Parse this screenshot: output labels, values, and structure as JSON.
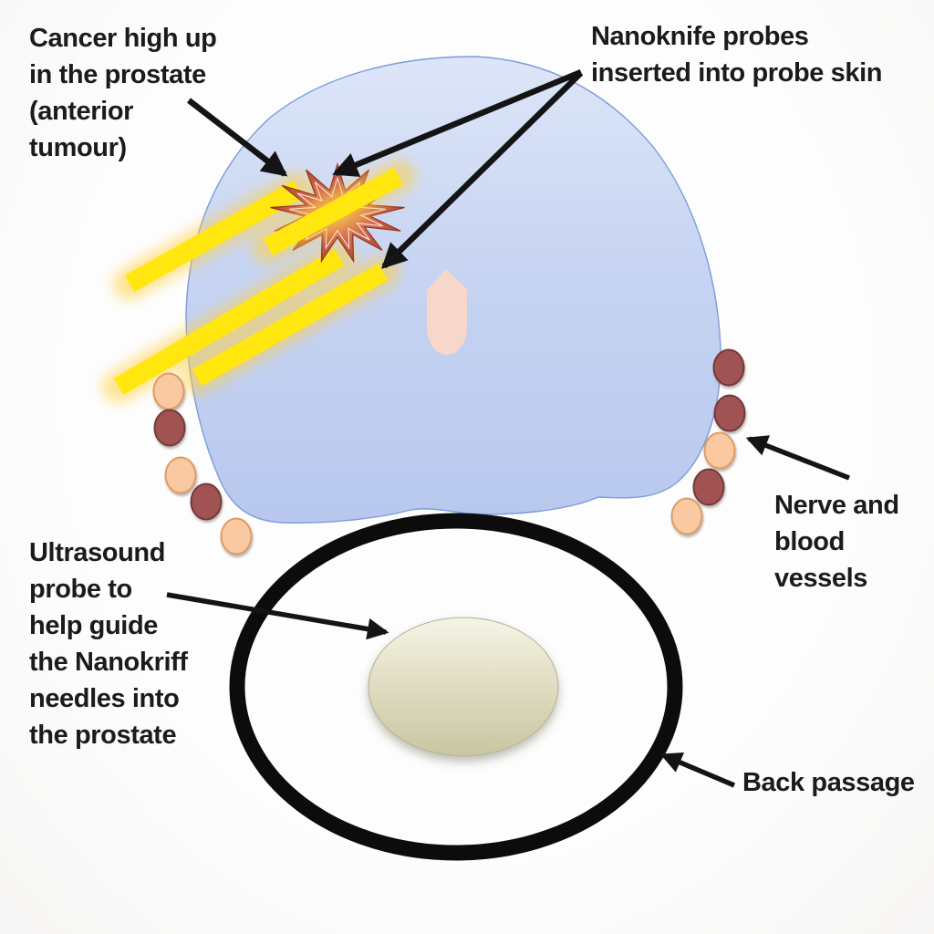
{
  "diagram": {
    "description": "NanoKnife prostate procedure diagram",
    "labels": {
      "cancer": "Cancer high up\nin the prostate\n(anterior\ntumour)",
      "probes": "Nanoknife probes\ninserted into probe skin",
      "nerve_vessels": "Nerve and\nblood\nvessels",
      "ultrasound": "Ultrasound\nprobe to\nhelp guide\nthe Nanokriff\nneedles into\nthe prostate",
      "back_passage": "Back passage"
    },
    "parts": {
      "prostate": "prostate gland",
      "tumour": "anterior tumour starburst",
      "urethra": "urethra channel",
      "nanoknife_probes": "four yellow nanoknife needle probes",
      "vessel_dots": "nerve and blood vessel dots flanking prostate",
      "rectum_ring": "back passage outline",
      "ultrasound_probe": "ultrasound probe head"
    },
    "colors": {
      "background": "#fbfafa",
      "text": "#1b1b1b",
      "prostate_fill": "#c7d4f2",
      "prostate_border": "#7b9cd9",
      "urethra_pink": "#f7d7ca",
      "probe_yellow": "#ffe70f",
      "probe_glow": "#ffcf40",
      "tumour_red": "#c2553e",
      "tumour_edge": "#93341f",
      "vessel_dark_red": "#a15252",
      "vessel_dark_border": "#713a3a",
      "vessel_peach": "#fac9a1",
      "vessel_peach_border": "#dd9c66",
      "rectum_black": "#0c0c0c",
      "probe_cream": "#d8d5b5",
      "probe_cream_light": "#f6f4e6",
      "arrow_black": "#141414"
    }
  }
}
